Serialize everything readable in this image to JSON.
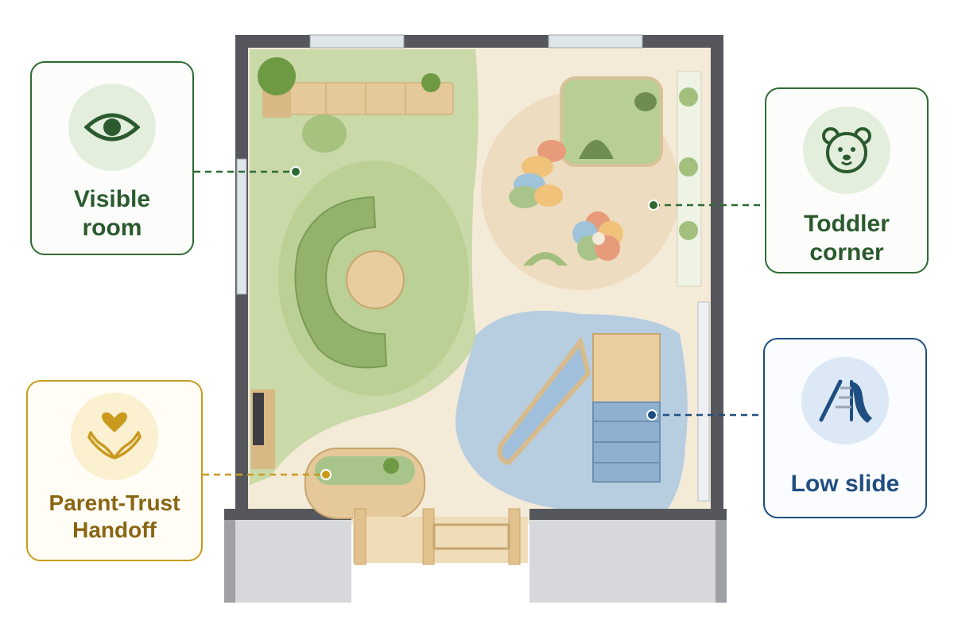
{
  "callouts": [
    {
      "id": "visible-room",
      "label_line1": "Visible",
      "label_line2": "room",
      "icon": "eye-icon",
      "color": "#2e6a33"
    },
    {
      "id": "toddler-corner",
      "label_line1": "Toddler",
      "label_line2": "corner",
      "icon": "teddy-bear-icon",
      "color": "#2e6a33"
    },
    {
      "id": "parent-trust-handoff",
      "label_line1": "Parent-Trust",
      "label_line2": "Handoff",
      "icon": "heart-hands-icon",
      "color": "#c99a1e"
    },
    {
      "id": "low-slide",
      "label_line1": "Low slide",
      "label_line2": "",
      "icon": "slide-icon",
      "color": "#1f4e80"
    }
  ],
  "colors": {
    "wall": "#55575c",
    "floor": "#f4ead8",
    "green_zone": "#c9d9a8",
    "toddler_zone": "#eedcc0",
    "blue_zone": "#b7cde0",
    "wood": "#e5c99a",
    "sofa": "#93b36c"
  }
}
